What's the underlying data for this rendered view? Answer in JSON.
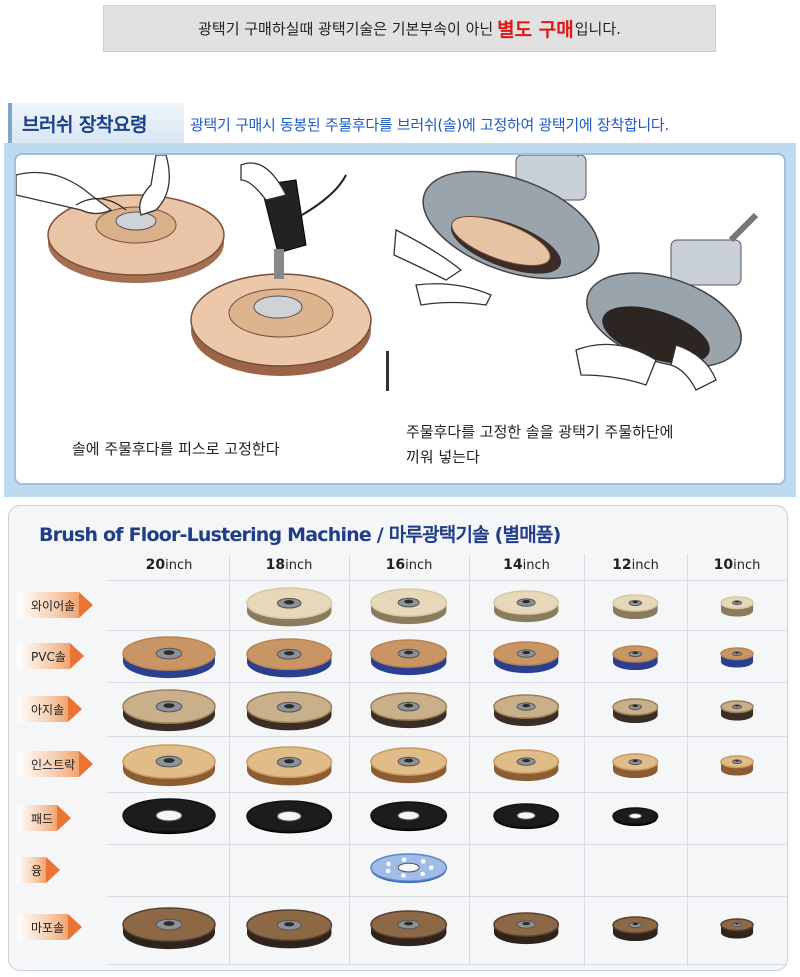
{
  "notice": {
    "text_before": "광택기 구매하실때 광택기술은 기본부속이 아닌",
    "highlight": "별도 구매",
    "text_after": "입니다."
  },
  "section": {
    "title": "브러쉬 장착요령",
    "description": "광택기 구매시 동봉된 주물후다를 브러쉬(솔)에 고정하여 광택기에 장착합니다."
  },
  "illustration": {
    "caption_left": "솔에 주물후다를 피스로 고정한다",
    "caption_right_line1": "주물후다를 고정한 솔을 광택기 주물하단에",
    "caption_right_line2": "끼워 넣는다"
  },
  "catalog": {
    "title": "Brush of Floor-Lustering Machine / 마루광택기솔 (별매품)",
    "unit": "inch",
    "sizes": [
      "20",
      "18",
      "16",
      "14",
      "12",
      "10"
    ],
    "rows": [
      {
        "label": "와이어솔",
        "available": [
          false,
          true,
          true,
          true,
          true,
          true
        ]
      },
      {
        "label": "PVC솔",
        "available": [
          true,
          true,
          true,
          true,
          true,
          true
        ]
      },
      {
        "label": "아지솔",
        "available": [
          true,
          true,
          true,
          true,
          true,
          true
        ]
      },
      {
        "label": "인스트락",
        "available": [
          true,
          true,
          true,
          true,
          true,
          true
        ]
      },
      {
        "label": "패드",
        "available": [
          true,
          true,
          true,
          true,
          true,
          false
        ]
      },
      {
        "label": "융",
        "available": [
          false,
          false,
          true,
          false,
          false,
          false
        ]
      },
      {
        "label": "마포솔",
        "available": [
          true,
          true,
          true,
          true,
          true,
          true
        ]
      }
    ]
  },
  "colors": {
    "highlight_red": "#e01616",
    "heading_blue": "#1c3f8a",
    "description_blue": "#1f5bc4",
    "panel_blue": "#bfd9ef",
    "row_arrow_orange": "#ea7433"
  }
}
